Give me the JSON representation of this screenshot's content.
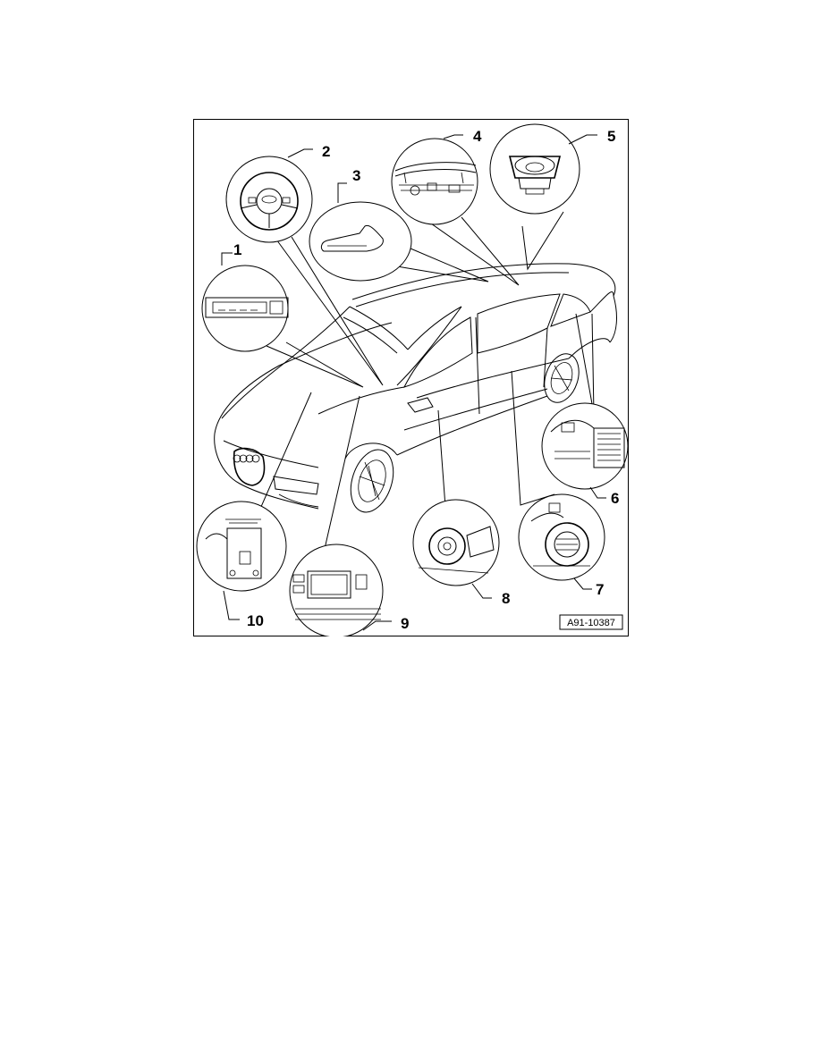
{
  "figure": {
    "reference_code": "A91-10387",
    "callouts": [
      {
        "id": 1,
        "label": "1"
      },
      {
        "id": 2,
        "label": "2"
      },
      {
        "id": 3,
        "label": "3"
      },
      {
        "id": 4,
        "label": "4"
      },
      {
        "id": 5,
        "label": "5"
      },
      {
        "id": 6,
        "label": "6"
      },
      {
        "id": 7,
        "label": "7"
      },
      {
        "id": 8,
        "label": "8"
      },
      {
        "id": 9,
        "label": "9"
      },
      {
        "id": 10,
        "label": "10"
      }
    ]
  }
}
